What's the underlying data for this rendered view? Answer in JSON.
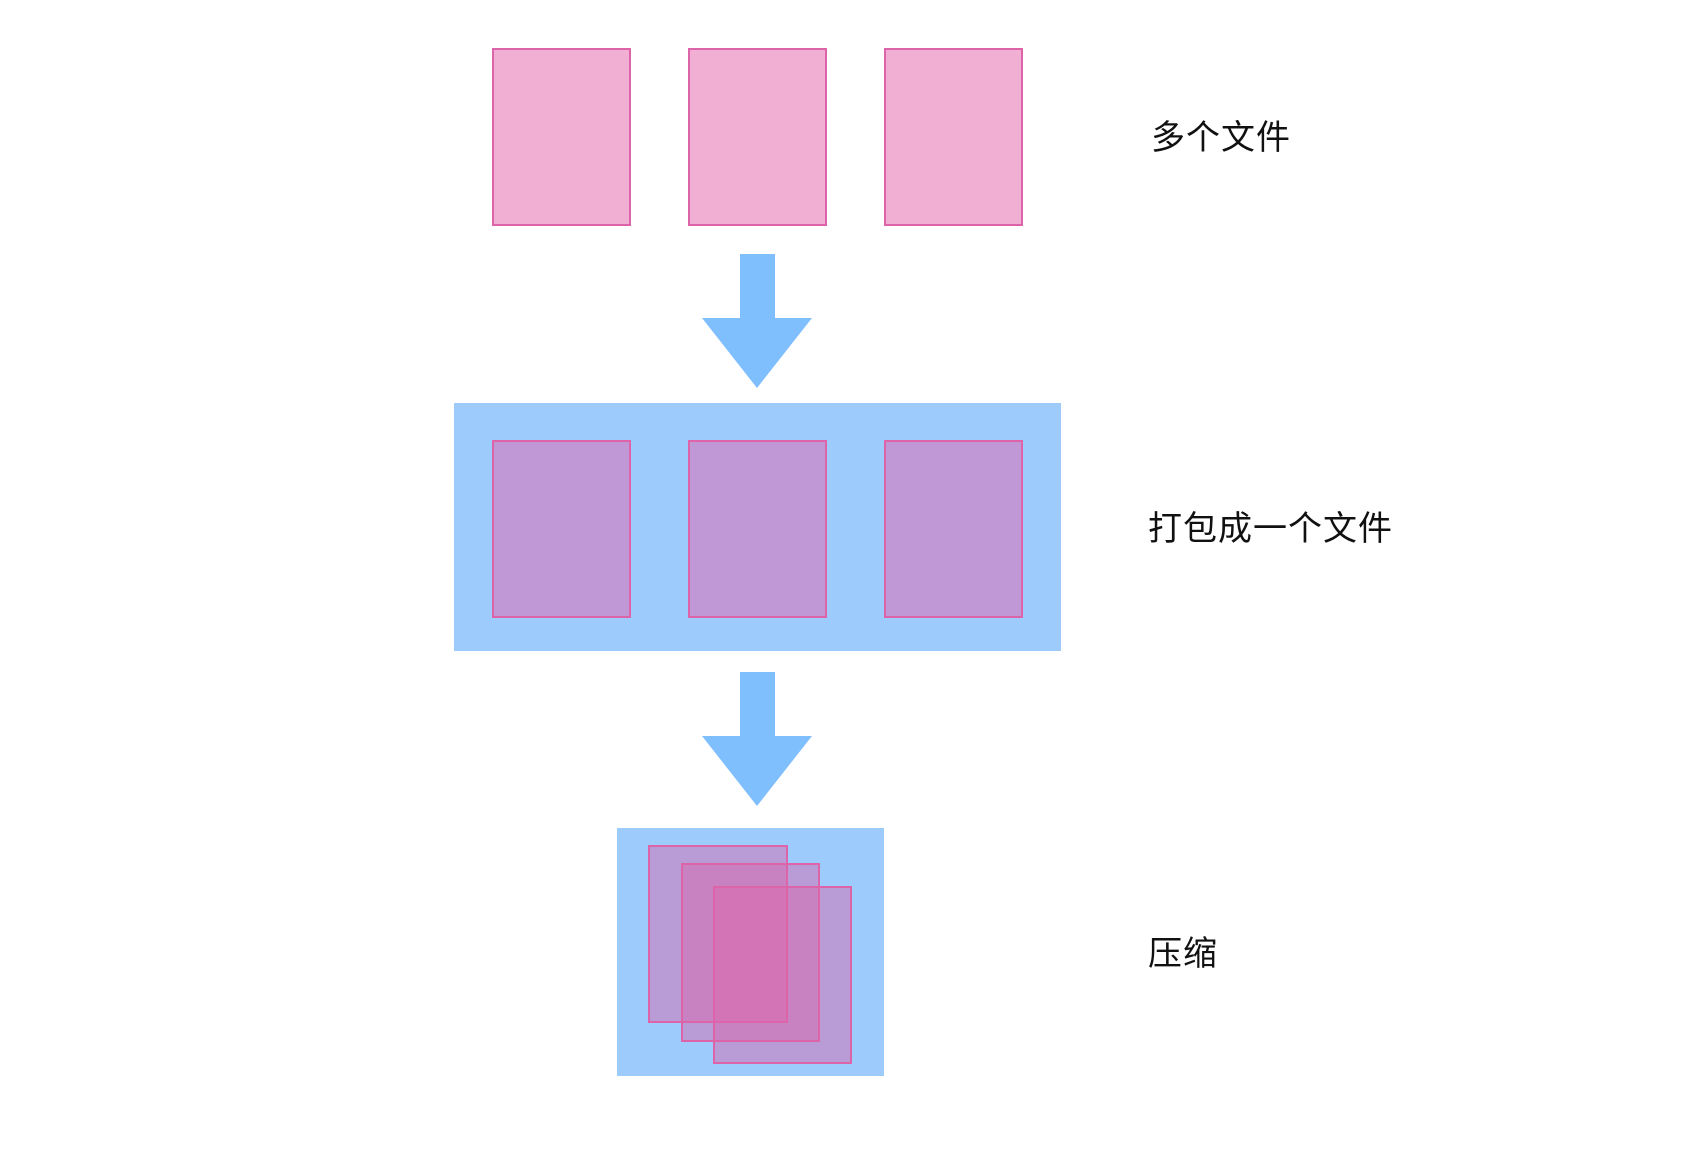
{
  "diagram": {
    "type": "file-packing-compression-flow",
    "colors": {
      "file_fill": "#f1afd4",
      "file_border": "#de64a9",
      "packed_file_fill": "#bf98d5",
      "container_fill": "#9ccbfc",
      "arrow_fill": "#80bffd",
      "text": "#111111",
      "background": "#ffffff"
    },
    "steps": [
      {
        "id": "multiple-files",
        "label": "多个文件",
        "file_count": 3
      },
      {
        "id": "packed",
        "label": "打包成一个文件",
        "file_count": 3
      },
      {
        "id": "compressed",
        "label": "压缩",
        "file_count": 3
      }
    ],
    "arrows": [
      {
        "from": "multiple-files",
        "to": "packed",
        "icon": "arrow-down-icon"
      },
      {
        "from": "packed",
        "to": "compressed",
        "icon": "arrow-down-icon"
      }
    ]
  }
}
